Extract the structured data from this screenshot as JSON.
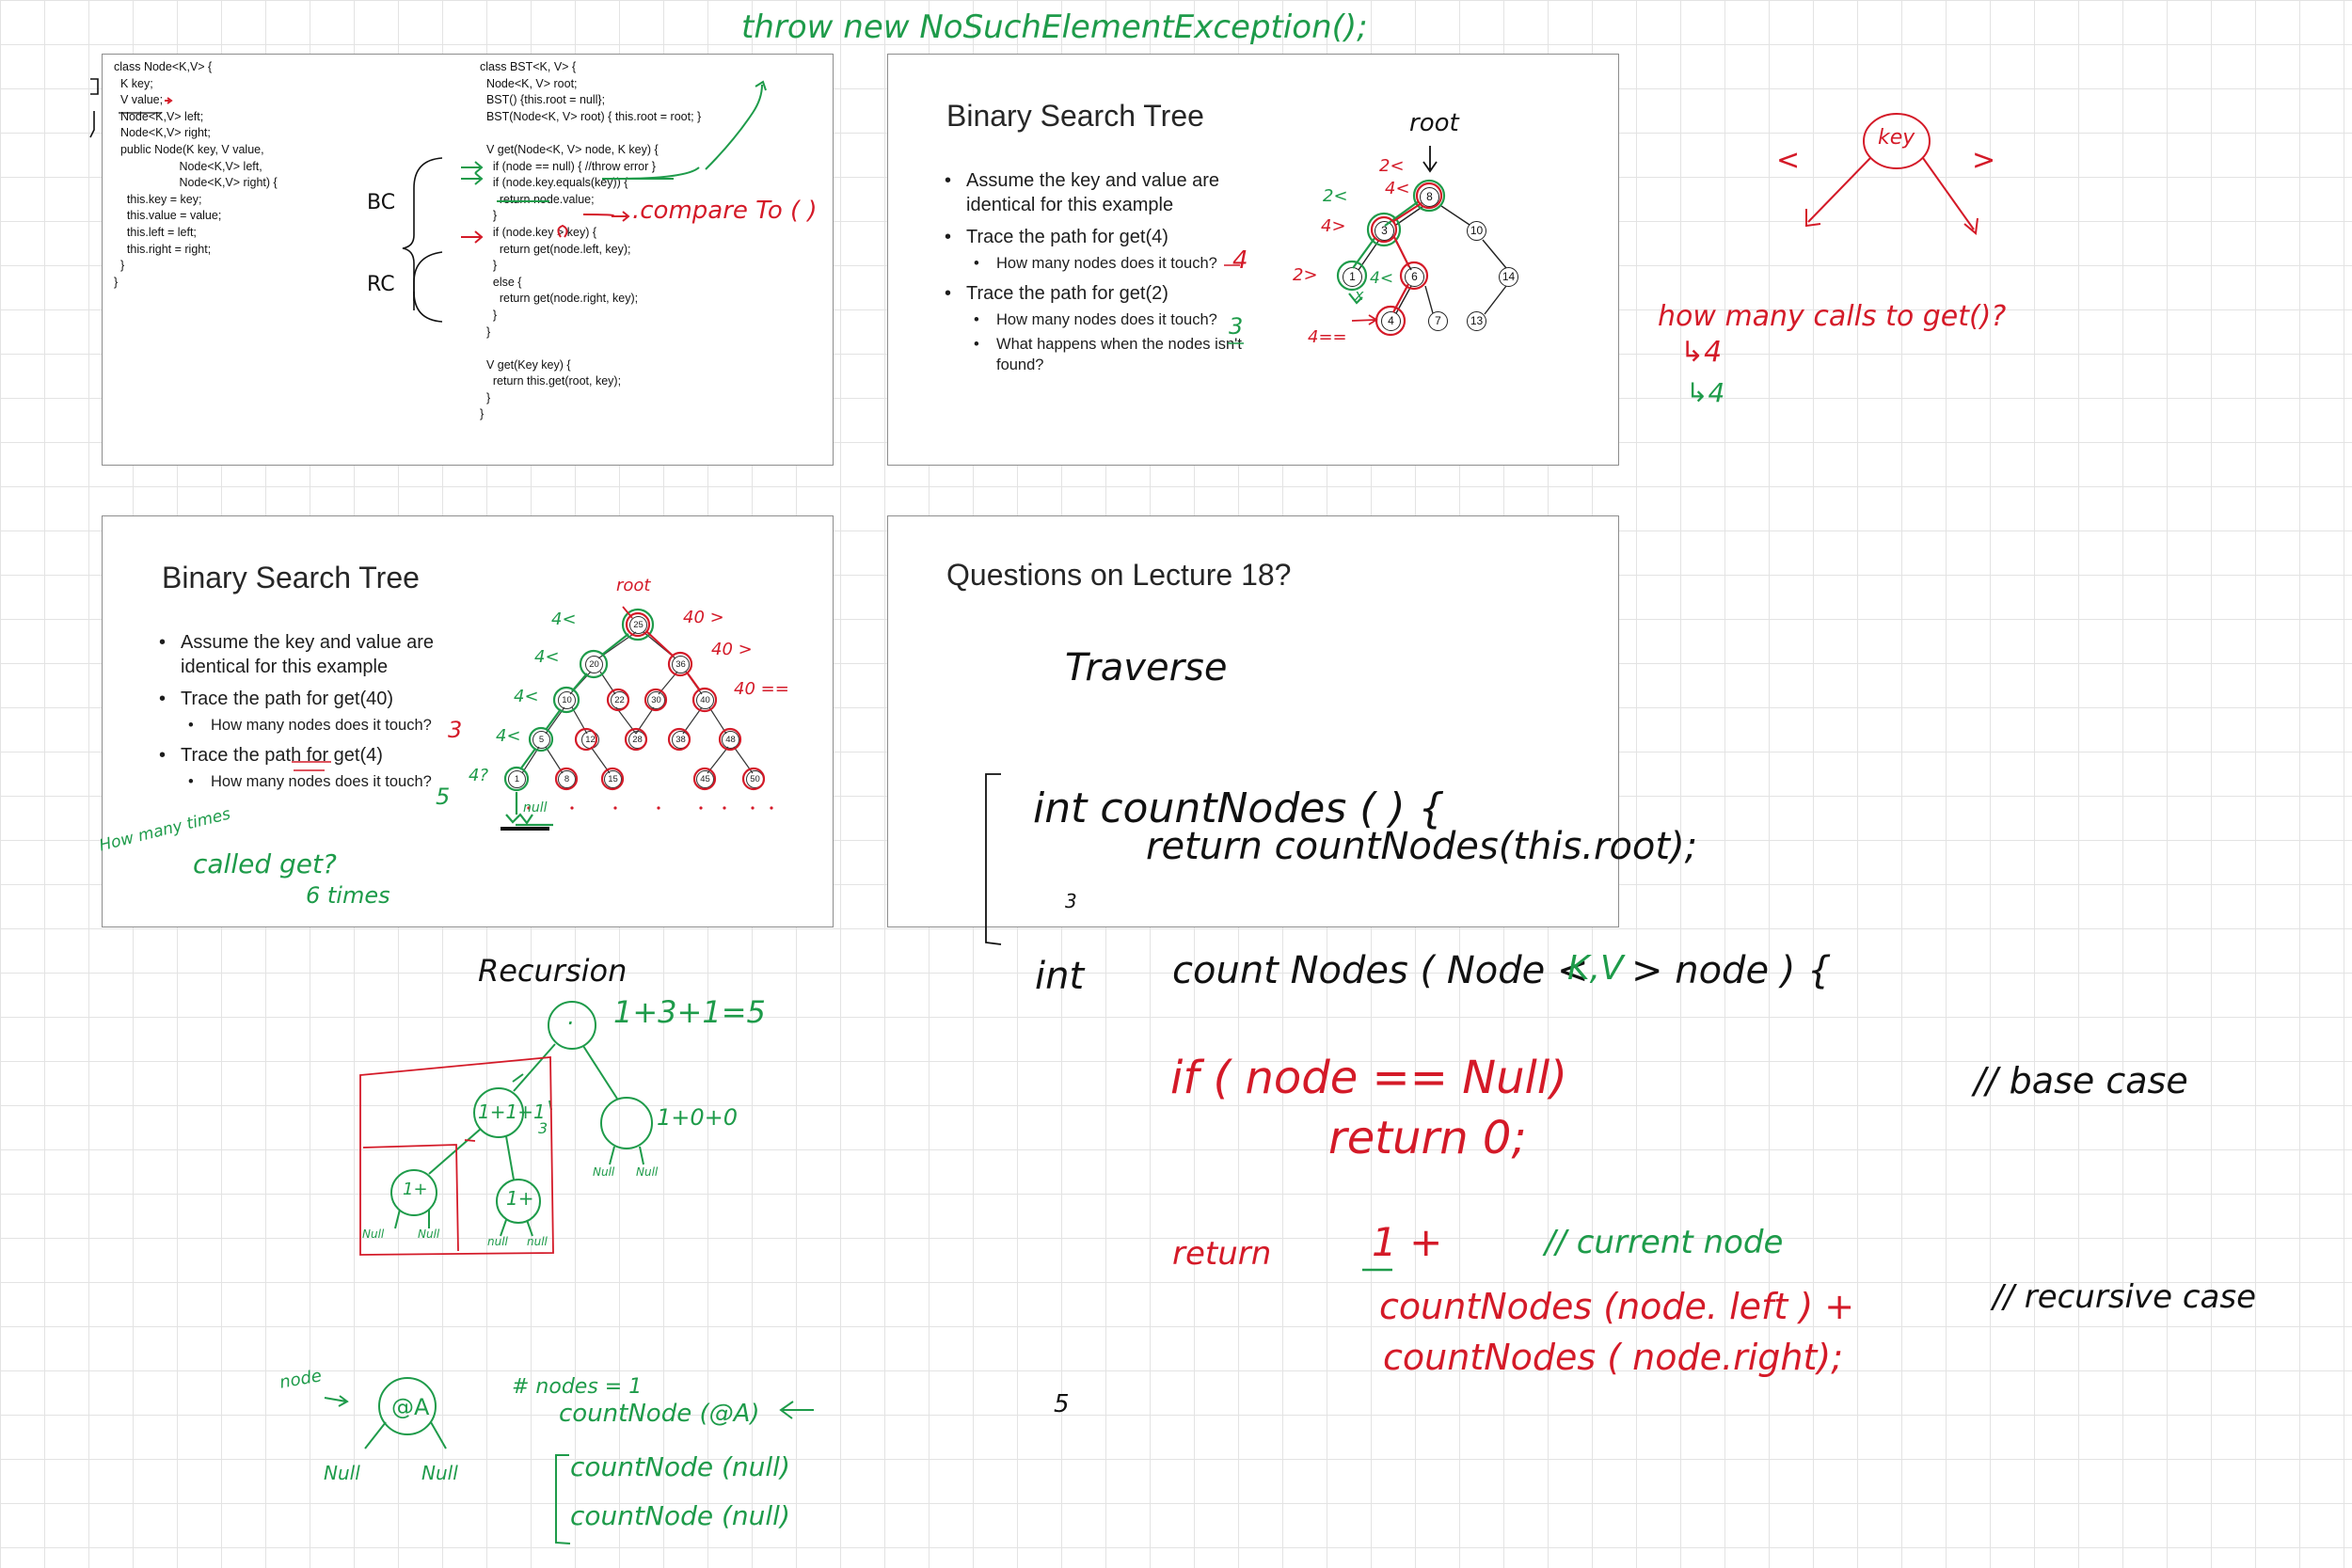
{
  "slide1": {
    "node_class": [
      "class Node<K,V> {",
      "  K key;",
      "  V value;",
      "  Node<K,V> left;",
      "  Node<K,V> right;",
      "  public Node(K key, V value,",
      "                    Node<K,V> left,",
      "                    Node<K,V> right) {",
      "    this.key = key;",
      "    this.value = value;",
      "    this.left = left;",
      "    this.right = right;",
      "  }",
      "}"
    ],
    "bst_class": [
      "class BST<K, V> {",
      "  Node<K, V> root;",
      "  BST() {this.root = null};",
      "  BST(Node<K, V> root) { this.root = root; }",
      "",
      "  V get(Node<K, V> node, K key) {",
      "    if (node == null) { //throw error }",
      "    if (node.key.equals(key)) {",
      "      return node.value;",
      "    }",
      "    if (node.key > key) {",
      "      return get(node.left, key);",
      "    }",
      "    else {",
      "      return get(node.right, key);",
      "    }",
      "  }",
      "",
      "  V get(Key key) {",
      "    return this.get(root, key);",
      "  }",
      "}"
    ],
    "ink_bc": "BC",
    "ink_rc": "RC",
    "ink_compare": ".compare To (  )"
  },
  "ink_top": "throw new NoSuchElementException();",
  "slide2": {
    "title": "Binary Search Tree",
    "bullets": [
      {
        "level": 1,
        "text": "Assume the key and value are identical for this example"
      },
      {
        "level": 1,
        "text": "Trace the path for get(4)"
      },
      {
        "level": 2,
        "text": "How many nodes does it touch?"
      },
      {
        "level": 1,
        "text": "Trace the path for get(2)"
      },
      {
        "level": 2,
        "text": "How many nodes does it touch?"
      },
      {
        "level": 2,
        "text": "What happens when the nodes isn't found?"
      }
    ],
    "nodes": [
      "8",
      "3",
      "10",
      "1",
      "6",
      "14",
      "4",
      "7",
      "13"
    ],
    "ink": {
      "root": "root",
      "a4": "4",
      "a3": "3",
      "n2lt": "2<",
      "n4lt": "4<",
      "n2lt_b": "2<",
      "n4gt": "4>",
      "n2gt": "2>",
      "n4lt_b": "4<",
      "n4eq": "4==",
      "x": "x"
    }
  },
  "ink_key": "key",
  "ink_lt": "<",
  "ink_gt": ">",
  "ink_calls": [
    "how many calls to get()?",
    "↳4",
    "↳4"
  ],
  "slide3": {
    "title": "Binary Search Tree",
    "bullets": [
      {
        "level": 1,
        "text": "Assume the key and value are identical for this example"
      },
      {
        "level": 1,
        "text": "Trace the path for get(40)"
      },
      {
        "level": 2,
        "text": "How many nodes does it touch?"
      },
      {
        "level": 1,
        "text": "Trace the path for get(4)"
      },
      {
        "level": 2,
        "text": "How many nodes does it touch?"
      }
    ],
    "nodes": [
      "25",
      "20",
      "36",
      "10",
      "22",
      "30",
      "40",
      "5",
      "12",
      "28",
      "38",
      "48",
      "1",
      "8",
      "15",
      "45",
      "50"
    ],
    "ink": {
      "root": "root",
      "a3": "3",
      "a5": "5",
      "l1": "4<",
      "l2": "4<",
      "l3": "4<",
      "l4": "4<",
      "l5": "4?",
      "r1": "40 >",
      "r2": "40 >",
      "r3": "40 ==",
      "null": "null",
      "times_q": "How many times",
      "called": "called get?",
      "six": "6 times"
    }
  },
  "slide4": {
    "title": "Questions on Lecture 18?",
    "ink": {
      "traverse": "Traverse",
      "line1": "int  countNodes  (  )  {",
      "line2": "return  countNodes(this.root);",
      "brace_close": "3"
    }
  },
  "board": {
    "int2": "int",
    "sig": "count Nodes ( Node <",
    "kv": "K,V",
    "sig_end": "> node ) {",
    "if_line": "if  ( node  == Null)",
    "ret0": "return  0;",
    "ret": "return",
    "one_plus": "1  +",
    "cur_node": "// current node",
    "cn_left": "countNodes (node. left )  +",
    "cn_right": "countNodes ( node.right);",
    "base": "// base case",
    "recursive": "// recursive case",
    "five": "5"
  },
  "recursion": {
    "title": "Recursion",
    "top_label": "1+3+1=5",
    "right_label": "1+0+0",
    "mid_label": "1+1+1",
    "mid_three": "3",
    "leaf_a": "1+",
    "leaf_b": "1+",
    "nulls": [
      "Null",
      "Null",
      "Null",
      "Null",
      "null",
      "null"
    ],
    "dot": "·"
  },
  "bottom": {
    "node_label": "node",
    "a": "@A",
    "null_left": "Null",
    "null_right": "Null",
    "count_eq": "# nodes = 1",
    "call1": "countNode (@A)",
    "call2": "countNode (null)",
    "call3": "countNode (null)"
  }
}
